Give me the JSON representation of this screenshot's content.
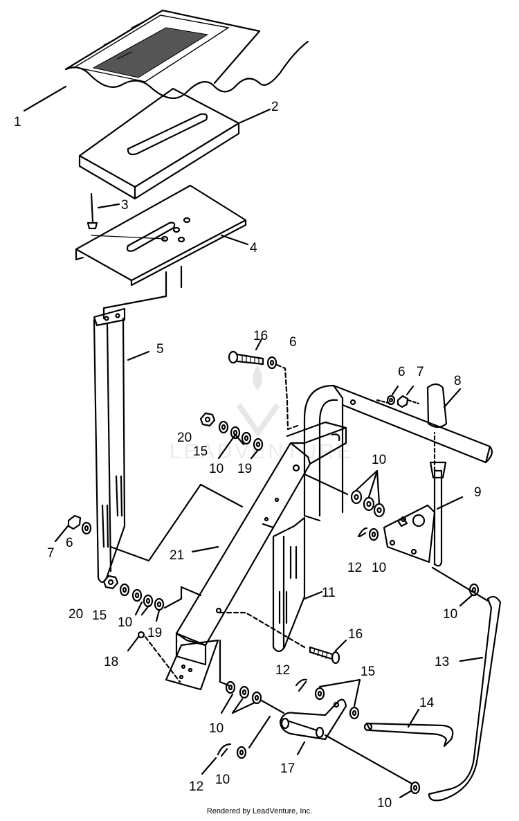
{
  "labels": [
    "1",
    "2",
    "3",
    "4",
    "5",
    "16",
    "6",
    "6",
    "7",
    "8",
    "20",
    "15",
    "10",
    "19",
    "10",
    "9",
    "12",
    "10",
    "7",
    "6",
    "21",
    "20",
    "15",
    "10",
    "19",
    "11",
    "10",
    "18",
    "16",
    "13",
    "12",
    "15",
    "14",
    "10",
    "17",
    "12",
    "10",
    "10"
  ],
  "watermark": "LEADVENTURE",
  "footer": "Rendered by LeadVenture, Inc."
}
